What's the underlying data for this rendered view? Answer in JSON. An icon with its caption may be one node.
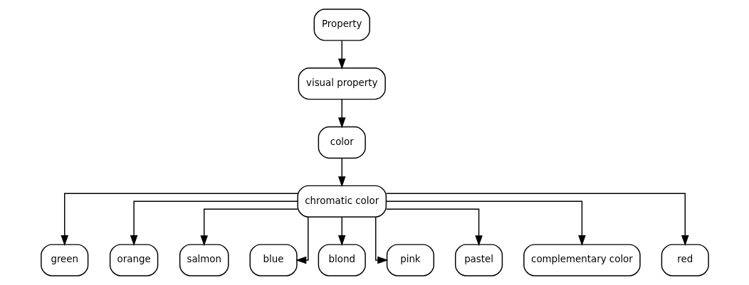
{
  "diagram": {
    "nodes": [
      {
        "text": [
          "Property"
        ]
      },
      {
        "text": [
          "visual property"
        ]
      },
      {
        "text": [
          "color"
        ]
      },
      {
        "text": [
          "chromatic color"
        ]
      },
      {
        "text": [
          "green"
        ]
      },
      {
        "text": [
          "orange"
        ]
      },
      {
        "text": [
          "salmon"
        ]
      },
      {
        "text": [
          "blue"
        ]
      },
      {
        "text": [
          "blond"
        ]
      },
      {
        "text": [
          "pink"
        ]
      },
      {
        "text": [
          "pastel"
        ]
      },
      {
        "text": [
          "complementary color"
        ]
      },
      {
        "text": [
          "red"
        ]
      }
    ],
    "edges": [
      {
        "from": 0,
        "to": 1,
        "arrow": "to"
      },
      {
        "from": 1,
        "to": 2,
        "arrow": "to"
      },
      {
        "from": 2,
        "to": 3,
        "arrow": "to"
      },
      {
        "from": 3,
        "to": 4,
        "arrow": "to"
      },
      {
        "from": 3,
        "to": 5,
        "arrow": "to"
      },
      {
        "from": 3,
        "to": 6,
        "arrow": "to"
      },
      {
        "from": 3,
        "to": 7,
        "arrow": "to"
      },
      {
        "from": 3,
        "to": 8,
        "arrow": "to"
      },
      {
        "from": 3,
        "to": 9,
        "arrow": "to"
      },
      {
        "from": 3,
        "to": 10,
        "arrow": "to"
      },
      {
        "from": 3,
        "to": 11,
        "arrow": "to"
      },
      {
        "from": 3,
        "to": 12,
        "arrow": "to"
      }
    ]
  }
}
